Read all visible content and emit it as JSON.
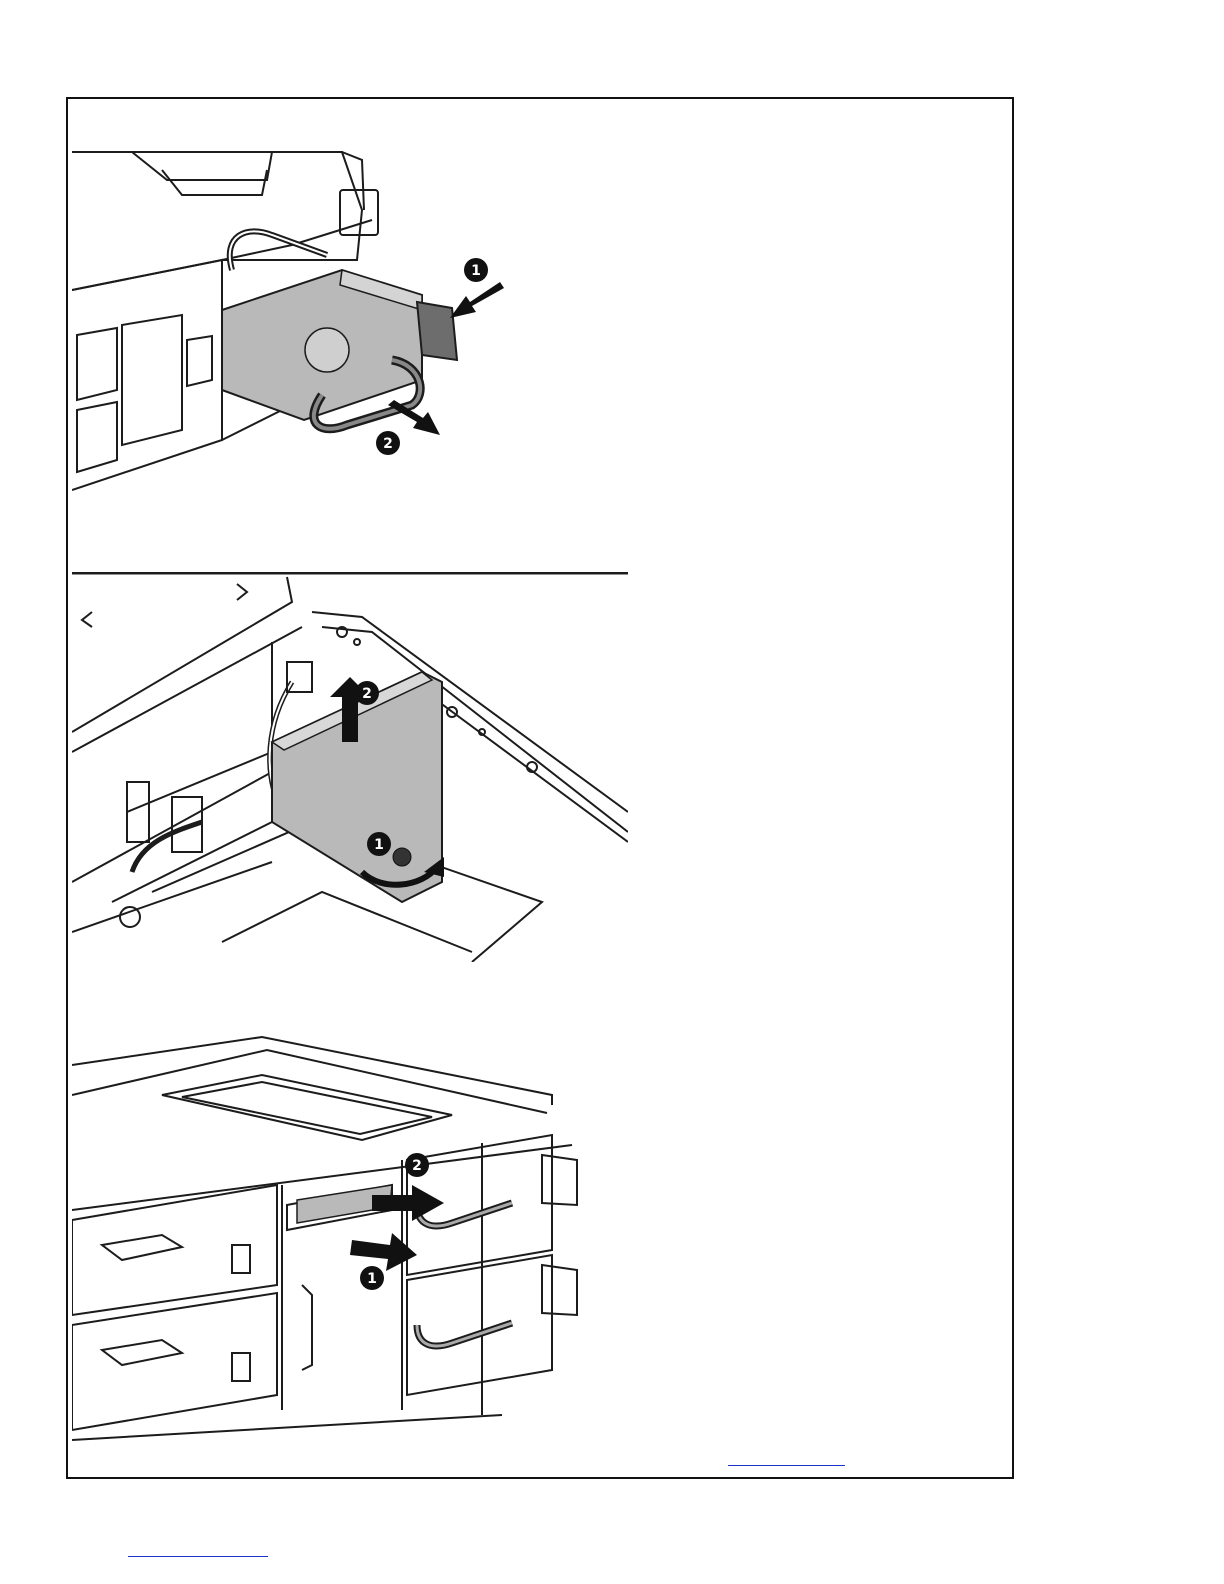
{
  "figures": [
    {
      "step_labels": [
        "1",
        "2"
      ],
      "arrows": [
        "arrow-right-down",
        "arrow-down-right"
      ]
    },
    {
      "step_labels": [
        "1",
        "2"
      ],
      "arrows": [
        "rotate-arrow",
        "arrow-up"
      ]
    },
    {
      "step_labels": [
        "2",
        "1"
      ],
      "arrows": [
        "arrow-right",
        "arrow-right"
      ]
    }
  ],
  "colors": {
    "line": "#1c1c1c",
    "fill_gray": "#b9b9b9",
    "link": "#1a33cc"
  }
}
